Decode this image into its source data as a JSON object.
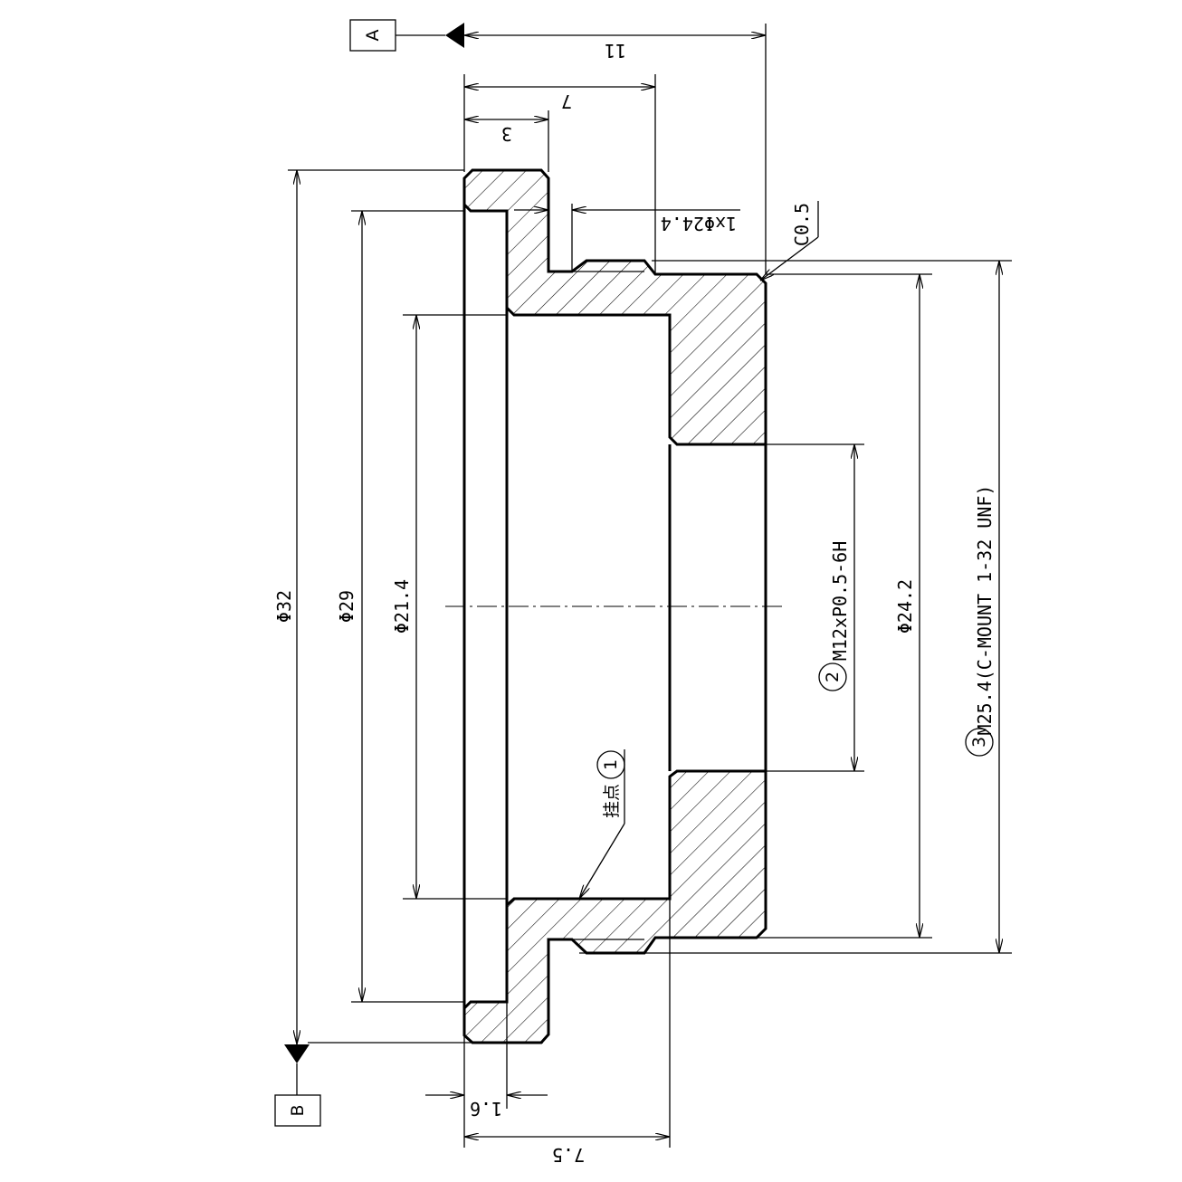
{
  "datums": {
    "a": "A",
    "b": "B"
  },
  "dimensions": {
    "len_11": "11",
    "len_7": "7",
    "len_3": "3",
    "groove": "1xΦ24.4",
    "chamfer": "C0.5",
    "dia_32": "Φ32",
    "dia_29": "Φ29",
    "dia_21_4": "Φ21.4",
    "dia_24_2": "Φ24.2",
    "len_1_6": "1.6",
    "len_7_5": "7.5"
  },
  "callouts": {
    "point_1_label": "挂点",
    "point_1_num": "1",
    "thread_2_num": "2",
    "thread_2_text": "M12xP0.5-6H",
    "thread_3_num": "3",
    "thread_3_text": "M25.4(C-MOUNT 1-32 UNF)"
  }
}
